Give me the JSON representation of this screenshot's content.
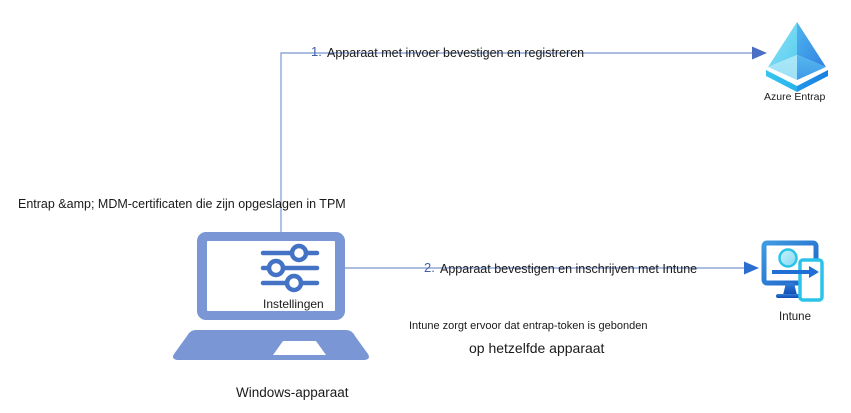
{
  "diagram": {
    "title_text_tpm": "Entrap &amp; MDM-certificaten die zijn opgeslagen in TPM",
    "steps": [
      {
        "number": "1.",
        "label": "Apparaat met invoer bevestigen en registreren"
      },
      {
        "number": "2.",
        "label": "Apparaat bevestigen en inschrijven met Intune"
      }
    ],
    "note": {
      "line1": "Intune zorgt ervoor dat entrap-token is gebonden",
      "line2": "op hetzelfde apparaat"
    },
    "nodes": {
      "device": {
        "icon": "laptop-icon",
        "screen_icon": "settings-sliders-icon",
        "screen_label": "Instellingen",
        "caption": "Windows-apparaat"
      },
      "entra": {
        "icon": "azure-entra-pyramid-icon",
        "caption": "Azure Entrap"
      },
      "intune": {
        "icon": "intune-monitor-device-icon",
        "caption": "Intune"
      }
    },
    "colors": {
      "laptop_body": "#7b96d4",
      "slider_blue": "#4472c4",
      "connector_line": "#8fa8d8",
      "arrow_head": "#4a6fc4",
      "entra_dark_blue": "#3b8ce8",
      "entra_mid_blue": "#3aa0e6",
      "entra_light_cyan": "#6fd9f0",
      "entra_pale_cyan": "#a5e6f5",
      "entra_base_blue": "#1f9bf0",
      "intune_blue": "#2a7fd4",
      "intune_cyan": "#2bc4e8",
      "step_number": "#3f5fa8",
      "text": "#1a1a1a",
      "background": "#ffffff"
    }
  }
}
